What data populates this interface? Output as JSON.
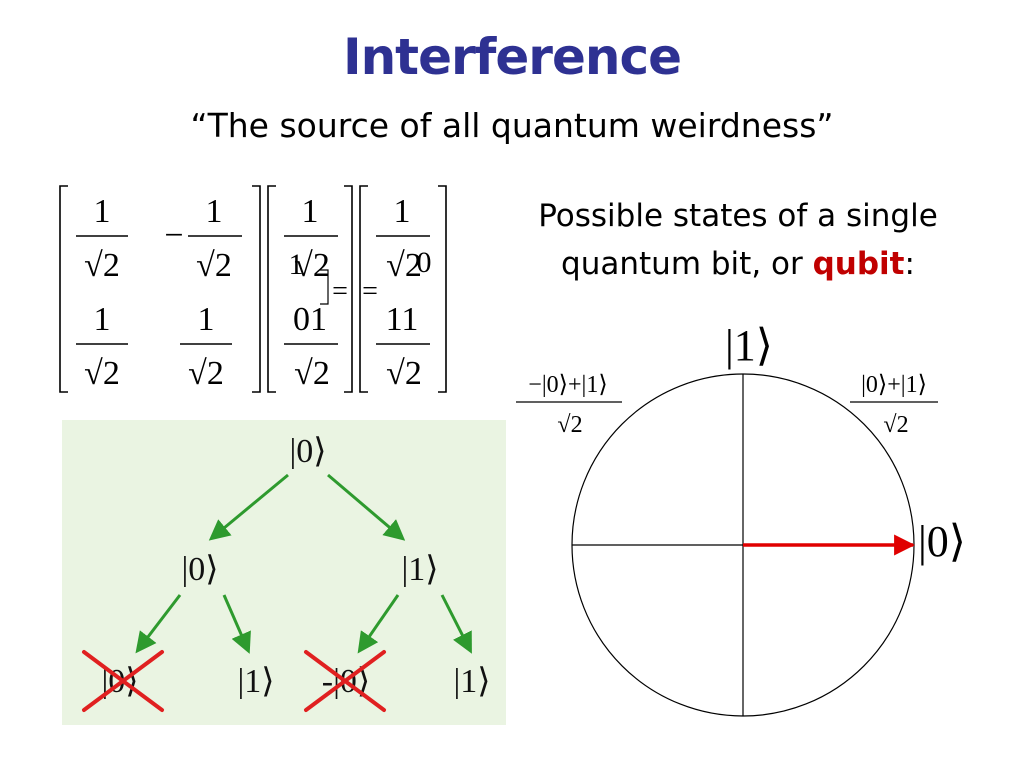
{
  "title": "Interference",
  "subtitle": "“The source of all quantum weirdness”",
  "caption": {
    "line1": "Possible states of a single",
    "line2_prefix": "quantum bit, or ",
    "highlight": "qubit",
    "suffix": ":"
  },
  "matrix_equation": {
    "hadamard": [
      [
        "1",
        "-1"
      ],
      [
        "1",
        "1"
      ]
    ],
    "input_vector": [
      "1",
      "1"
    ],
    "output_vector": [
      "1",
      "1"
    ],
    "sqrt_symbol": "√2",
    "minus": "−",
    "equals": "=",
    "overlay_text": [
      "1",
      "0",
      "01",
      "11",
      "0"
    ]
  },
  "tree": {
    "root": "|0⟩",
    "level1": [
      "|0⟩",
      "|1⟩"
    ],
    "leaves": [
      "|0⟩",
      "|1⟩",
      "-|0⟩",
      "|1⟩"
    ],
    "cancelled_leaves": [
      0,
      2
    ],
    "arrow_color": "#2e9a2e",
    "cross_color": "#e02020",
    "panel_color": "#eaf4e2"
  },
  "circle": {
    "top_label": "|1⟩",
    "right_label": "|0⟩",
    "upper_left_numerator": "−|0⟩+|1⟩",
    "upper_right_numerator": "|0⟩+|1⟩",
    "denominator": "√2",
    "state_vector_color": "#e00000"
  },
  "colors": {
    "title": "#2e3192",
    "highlight": "#c00000"
  }
}
